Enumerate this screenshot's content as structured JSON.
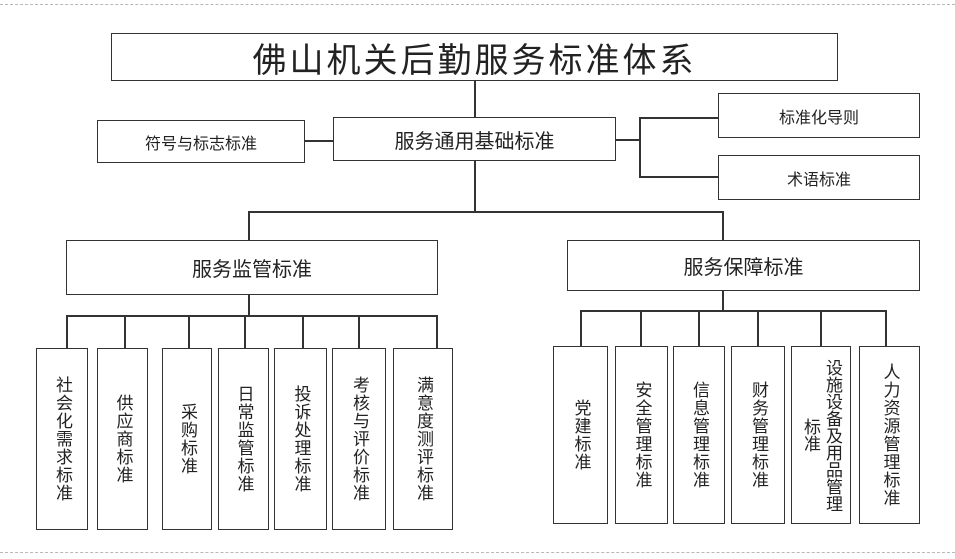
{
  "diagram": {
    "title": "佛山机关后勤服务标准体系",
    "general_base": {
      "label": "服务通用基础标准",
      "left": [
        "符号与标志标准"
      ],
      "right": [
        "标准化导则",
        "术语标准"
      ]
    },
    "supervision": {
      "label": "服务监管标准",
      "children": [
        "社会化需求标准",
        "供应商标准",
        "采购标准",
        "日常监管标准",
        "投诉处理标准",
        "考核与评价标准",
        "满意度测评标准"
      ]
    },
    "guarantee": {
      "label": "服务保障标准",
      "children": [
        "党建标准",
        "安全管理标准",
        "信息管理标准",
        "财务管理标准",
        "设施设备及用品管理标准",
        "人力资源管理标准"
      ]
    }
  }
}
